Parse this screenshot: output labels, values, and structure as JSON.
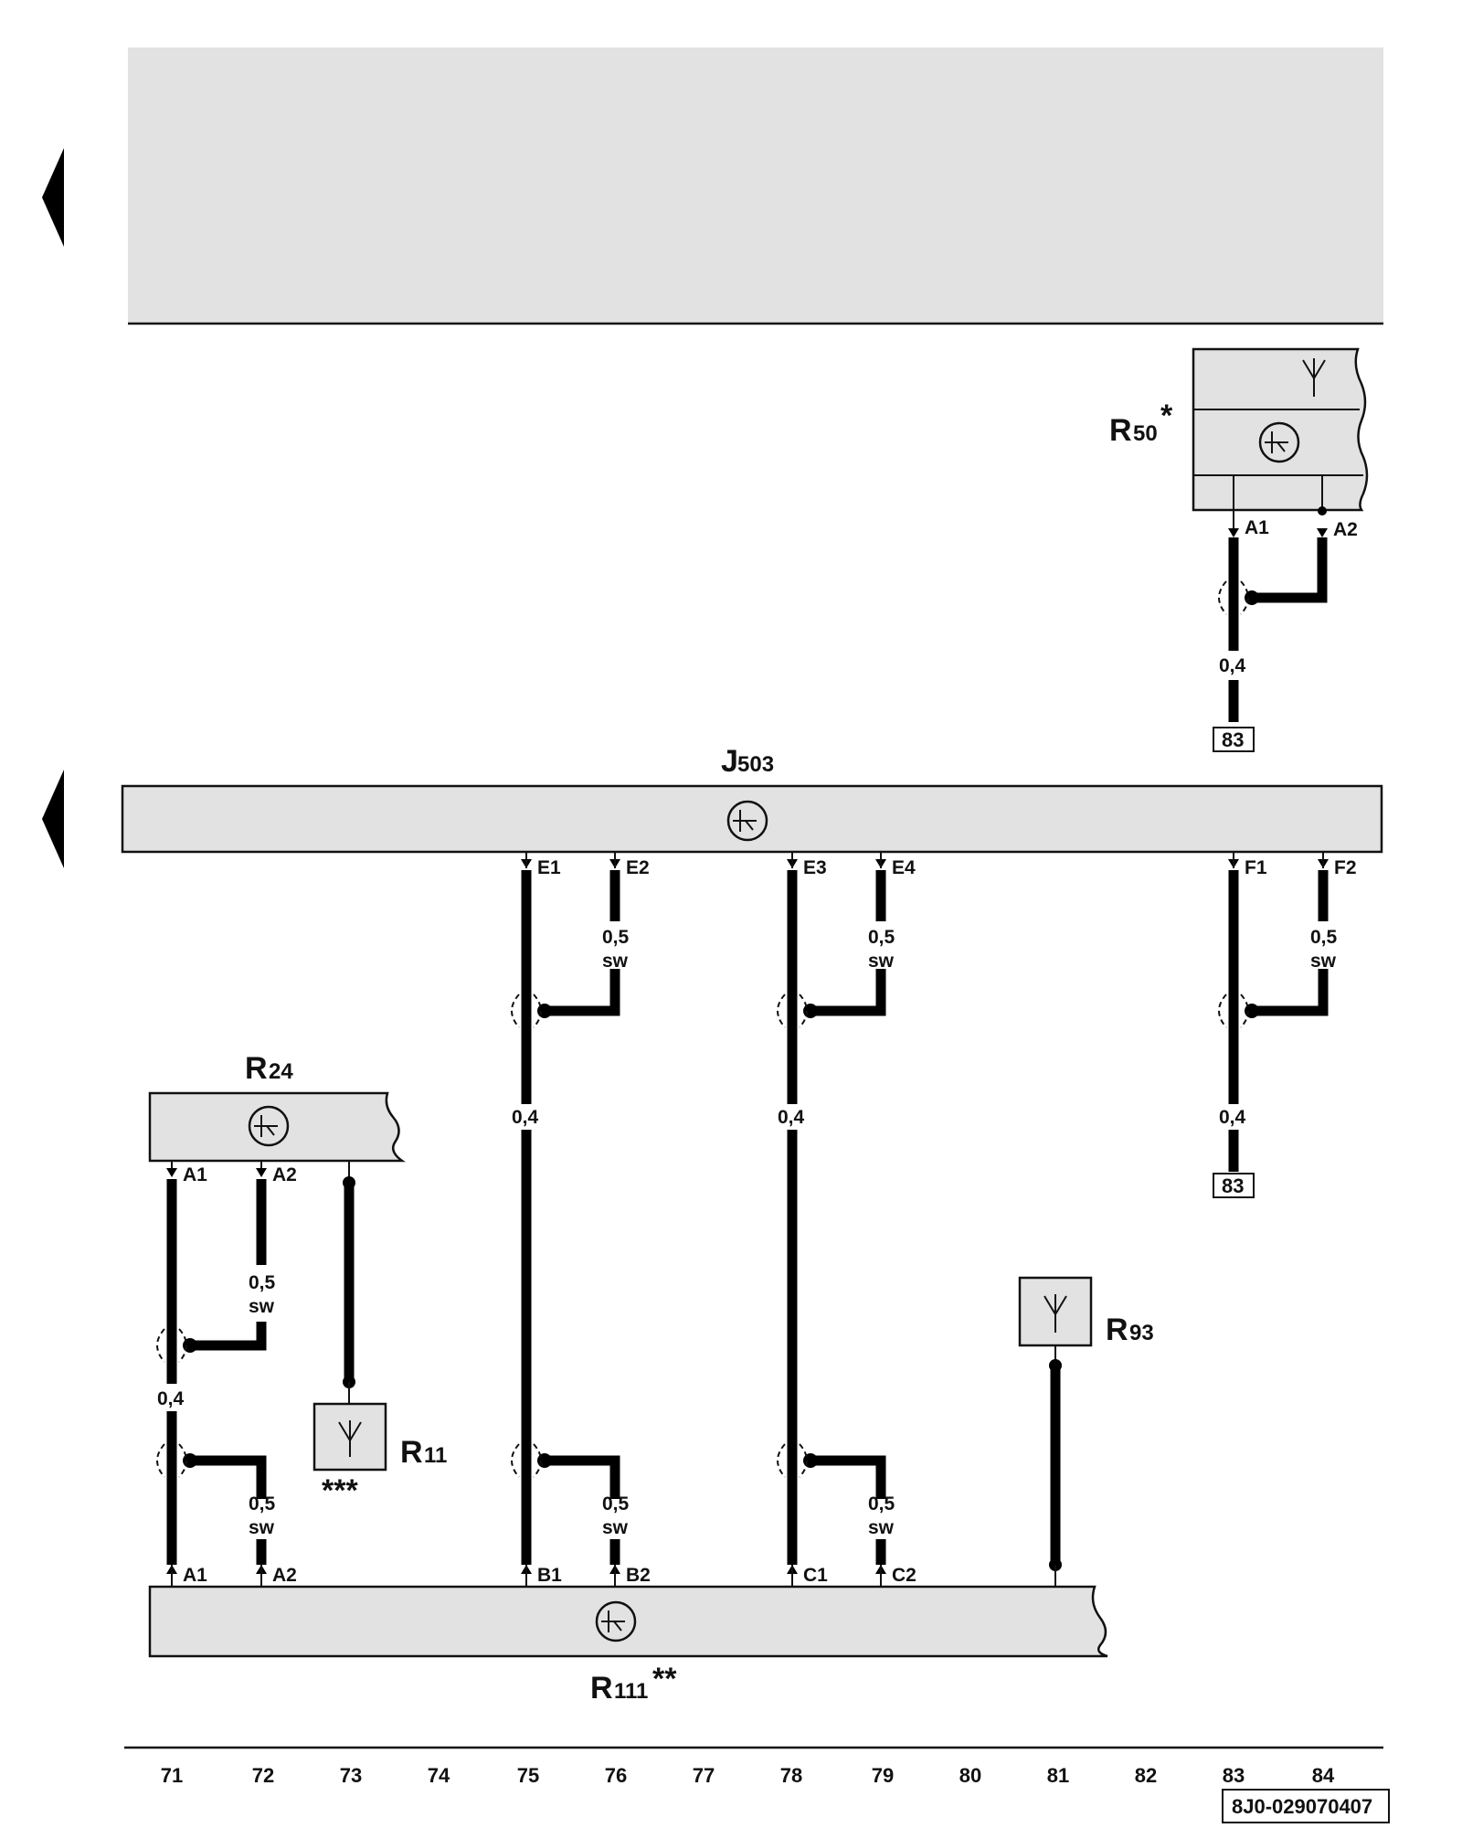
{
  "header": {
    "background_color": "#e2e2e2"
  },
  "components": {
    "r50": {
      "letter": "R",
      "sub": "50",
      "mark": "*"
    },
    "j503": {
      "letter": "J",
      "sub": "503"
    },
    "r24": {
      "letter": "R",
      "sub": "24"
    },
    "r11": {
      "letter": "R",
      "sub": "11",
      "mark": "***"
    },
    "r93": {
      "letter": "R",
      "sub": "93"
    },
    "r111": {
      "letter": "R",
      "sub": "111",
      "mark": "**"
    }
  },
  "pins": {
    "r50_a1": "A1",
    "r50_a2": "A2",
    "j503_e1": "E1",
    "j503_e2": "E2",
    "j503_e3": "E3",
    "j503_e4": "E4",
    "j503_f1": "F1",
    "j503_f2": "F2",
    "r24_a1": "A1",
    "r24_a2": "A2",
    "r111_a1": "A1",
    "r111_a2": "A2",
    "r111_b1": "B1",
    "r111_b2": "B2",
    "r111_c1": "C1",
    "r111_c2": "C2"
  },
  "wires": {
    "size_04": "0,4",
    "size_05": "0,5",
    "color_sw": "sw"
  },
  "references": {
    "ref_83": "83"
  },
  "columns": [
    "71",
    "72",
    "73",
    "74",
    "75",
    "76",
    "77",
    "78",
    "79",
    "80",
    "81",
    "82",
    "83",
    "84"
  ],
  "doc_code": "8J0-029070407"
}
